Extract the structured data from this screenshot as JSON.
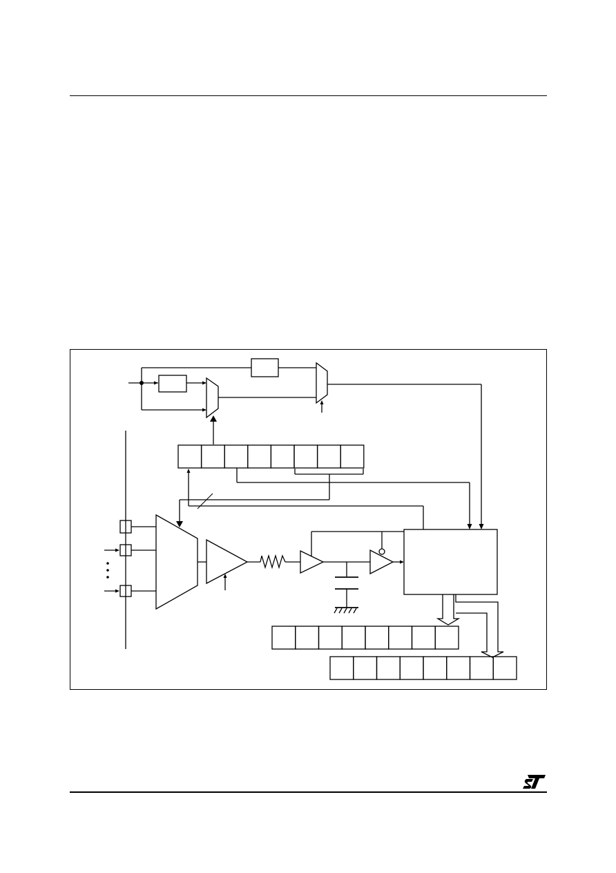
{
  "header": {
    "rule": "top-rule"
  },
  "diagram": {
    "description_labels": [],
    "register_a_bits": 8,
    "data_register_high_bits": 8,
    "data_register_low_bits": 8,
    "input_channels_shown": 3,
    "icons": [
      "multiplexer-icon",
      "amplifier-icon",
      "resistor-icon",
      "capacitor-icon",
      "ground-icon",
      "buffer-icon",
      "inverter-icon"
    ]
  },
  "footer": {
    "logo": "st-logo"
  },
  "colors": {
    "ink": "#000000",
    "paper": "#ffffff"
  }
}
